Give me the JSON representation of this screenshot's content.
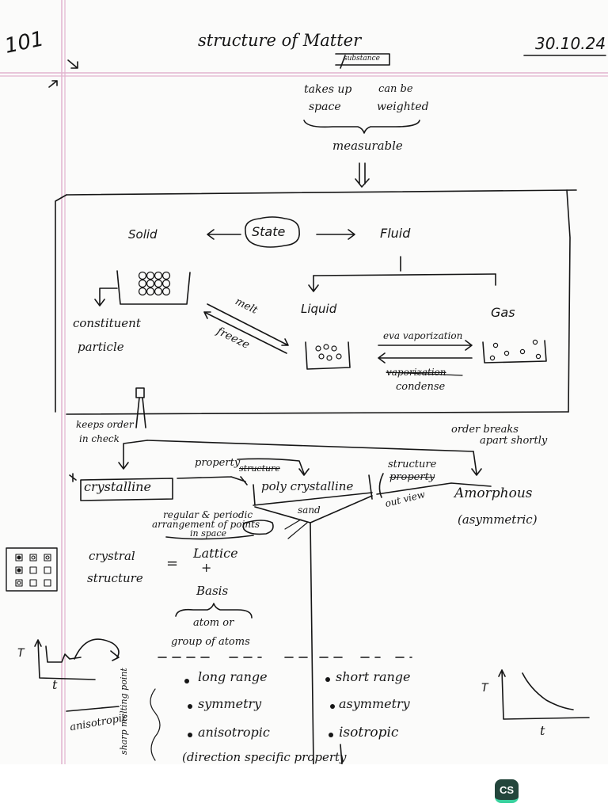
{
  "page": {
    "number": "101",
    "title": "structure of Matter",
    "title_note": "substance",
    "date": "30.10.24"
  },
  "top": {
    "takes_up_space": [
      "takes up",
      "space"
    ],
    "can_be_weighted": [
      "can be",
      "weighted"
    ],
    "measurable": "measurable"
  },
  "states": {
    "state": "State",
    "solid": "Solid",
    "fluid": "Fluid",
    "liquid": "Liquid",
    "gas": "Gas",
    "constituent_particle": [
      "constituent",
      "particle"
    ],
    "melt": "melt",
    "freeze": "freeze",
    "vaporization": "eva vaporization",
    "vaporization_struck": "vaporization",
    "condense": "condense"
  },
  "solids": {
    "keeps_order": [
      "keeps order",
      "in check"
    ],
    "order_breaks": [
      "order breaks",
      "apart shortly"
    ],
    "property_structure": [
      "property",
      "structure"
    ],
    "crystalline": "crystalline",
    "poly_crystalline": "poly crystalline",
    "sand": "sand",
    "structure_property": [
      "structure",
      "property"
    ],
    "out_view": "out view",
    "amorphous": "Amorphous",
    "asymmetric": "(asymmetric)",
    "regular_periodic": [
      "regular & periodic",
      "arrangement of points",
      "in space"
    ],
    "crystal_structure": [
      "crystral",
      "structure"
    ],
    "equals": "=",
    "lattice": "Lattice",
    "plus": "+",
    "basis": "Basis",
    "atom_or": "atom or",
    "group_of_atoms": "group of atoms"
  },
  "graphs": {
    "y_label": "T",
    "x_label": "t"
  },
  "crystalline_props": [
    "long range",
    "symmetry",
    "anisotropic",
    "(direction specific property"
  ],
  "amorphous_props": [
    "short range",
    "asymmetry",
    "isotropic"
  ],
  "side_notes": {
    "anisotropic": "anisotropic",
    "sharp_melting_point": "sharp melting point"
  },
  "app": {
    "badge": "CS",
    "accent": "#3ad29f",
    "badge_bg": "#24463c"
  }
}
